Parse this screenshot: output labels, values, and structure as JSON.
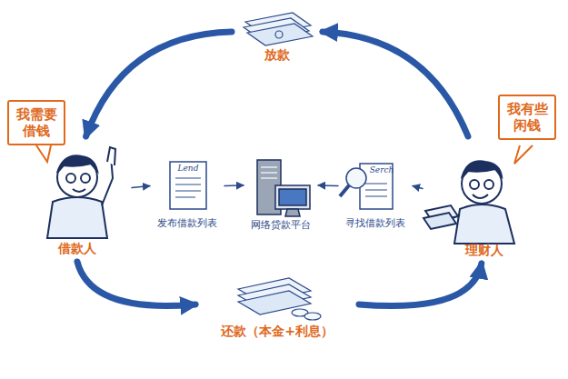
{
  "diagram": {
    "nodes": [
      {
        "text": [
          "借款人"
        ]
      },
      {
        "text": [
          "我需要借钱"
        ]
      },
      {
        "text": [
          "理财人"
        ]
      },
      {
        "text": [
          "我有些闲钱"
        ]
      },
      {
        "text": [
          "放款"
        ]
      },
      {
        "text": [
          "还款（本金+利息）"
        ]
      },
      {
        "text": [
          "Lend",
          "发布借款列表"
        ]
      },
      {
        "text": [
          "网络贷款平台"
        ]
      },
      {
        "text": [
          "Serch",
          "寻找借款列表"
        ]
      }
    ],
    "edges": [
      {
        "from": 2,
        "to": 4,
        "arrow": "to"
      },
      {
        "from": 4,
        "to": 0,
        "arrow": "to"
      },
      {
        "from": 0,
        "to": 5,
        "arrow": "to"
      },
      {
        "from": 5,
        "to": 2,
        "arrow": "to"
      },
      {
        "from": 0,
        "to": 6,
        "arrow": "to"
      },
      {
        "from": 6,
        "to": 7,
        "arrow": "to"
      },
      {
        "from": 2,
        "to": 8,
        "arrow": "to"
      },
      {
        "from": 8,
        "to": 7,
        "arrow": "to"
      }
    ]
  }
}
